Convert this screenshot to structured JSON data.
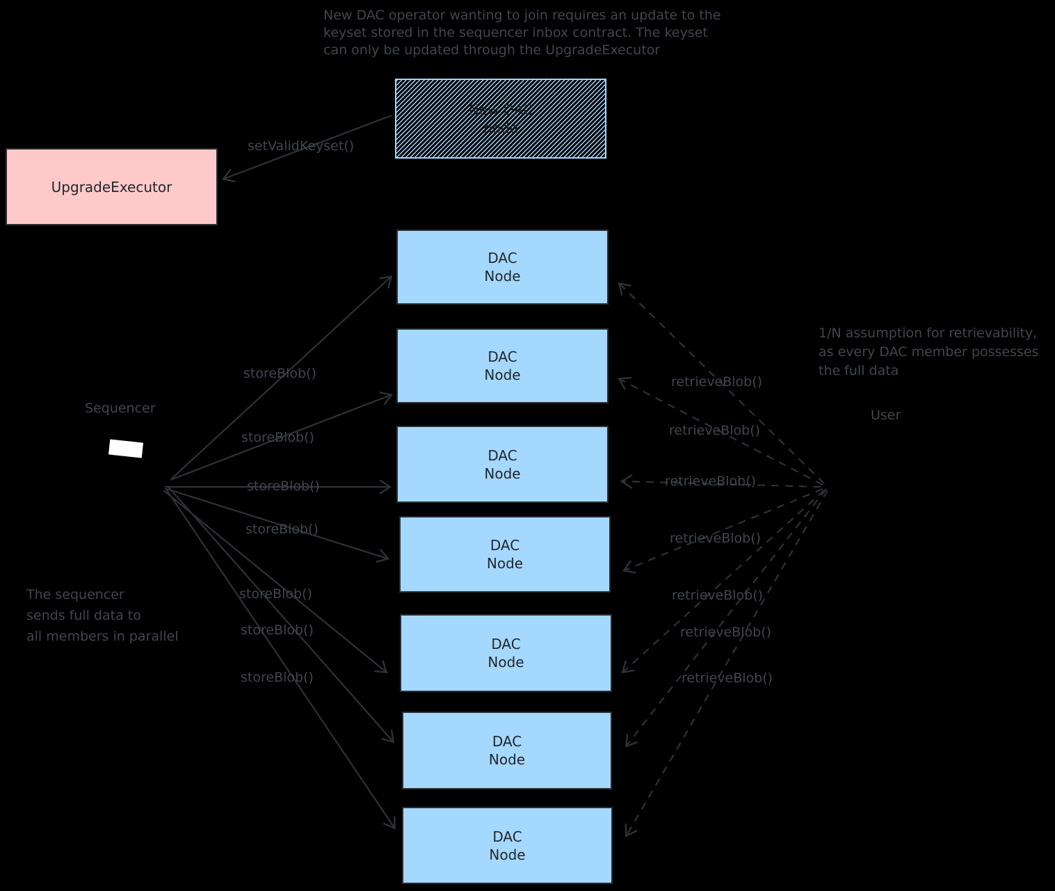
{
  "diagram": {
    "colors": {
      "background": "#000000",
      "stroke": "#2e3236",
      "text": "#40464d",
      "box_text": "#22262b",
      "dac_node_fill": "#a5d8ff",
      "upgrade_executor_fill": "#ffc9c9",
      "hatch": "#a5d8ff",
      "sequencer_marker": "#ffffff"
    },
    "notes": {
      "top_note": "New DAC operator wanting to join requires an update to the\nkeyset stored in the sequencer inbox contract. The keyset\ncan only be updated through the UpgradeExecutor",
      "sequencer_note": "The sequencer\nsends full data to\nall members in parallel",
      "retrievability_note": "1/N assumption for retrievability,\nas every DAC member possesses\nthe full data"
    },
    "labels": {
      "sequencer": "Sequencer",
      "user": "User",
      "set_valid_keyset": "setValidKeyset()",
      "store_blob": "storeBlob()",
      "retrieve_blob": "retrieveBlob()"
    },
    "nodes": {
      "upgrade_executor_label": "UpgradeExecutor",
      "new_dac_node_label": "New DAC\nnode",
      "dac_node_label": "DAC\nNode",
      "dac_node_count": 7
    }
  }
}
